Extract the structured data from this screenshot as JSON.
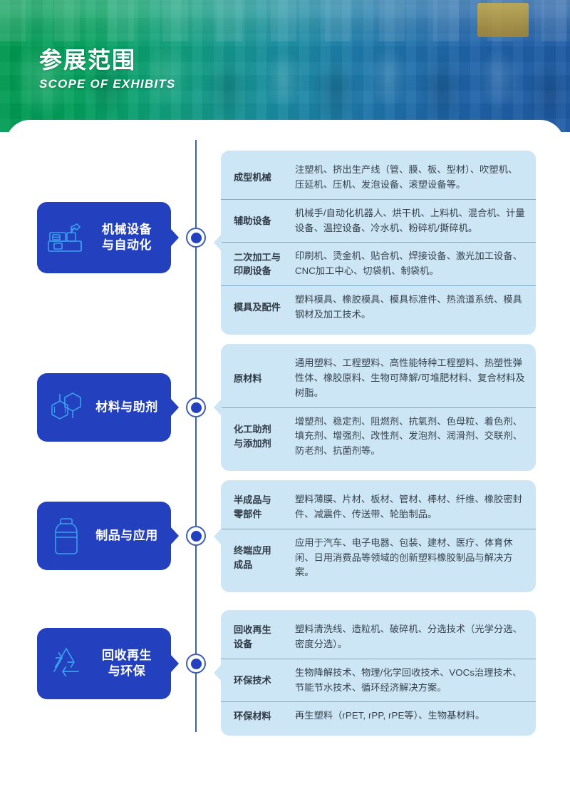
{
  "header": {
    "title": "参展范围",
    "subtitle": "SCOPE OF EXHIBITS",
    "gradient_start": "#00994f",
    "gradient_end": "#1f5ba4"
  },
  "theme": {
    "badge_color": "#2340bf",
    "panel_color": "#cde6f5",
    "timeline_color": "#3f5fb0",
    "divider_color": "#7fa8cd",
    "text_color": "#37424e",
    "icon_color": "#3aa0ee"
  },
  "sections": [
    {
      "icon": "injection-molding-machine-icon",
      "label": "机械设备\n与自动化",
      "label_line1": "机械设备",
      "label_line2": "与自动化",
      "rows": [
        {
          "term": "成型机械",
          "desc": "注塑机、挤出生产线（管、膜、板、型材）、吹塑机、压延机、压机、发泡设备、滚塑设备等。"
        },
        {
          "term": "辅助设备",
          "desc": "机械手/自动化机器人、烘干机、上料机、混合机、计量设备、温控设备、冷水机、粉碎机/撕碎机。"
        },
        {
          "term": "二次加工与\n印刷设备",
          "term_line1": "二次加工与",
          "term_line2": "印刷设备",
          "desc": "印刷机、烫金机、贴合机、焊接设备、激光加工设备、CNC加工中心、切袋机、制袋机。"
        },
        {
          "term": "模具及配件",
          "desc": "塑料模具、橡胶模具、模具标准件、热流道系统、模具钢材及加工技术。"
        }
      ]
    },
    {
      "icon": "molecule-hexagon-icon",
      "label": "材料与助剂",
      "label_line1": "材料与助剂",
      "label_line2": "",
      "rows": [
        {
          "term": "原材料",
          "desc": "通用塑料、工程塑料、高性能特种工程塑料、热塑性弹性体、橡胶原料、生物可降解/可堆肥材料、复合材料及树脂。"
        },
        {
          "term": "化工助剂\n与添加剂",
          "term_line1": "化工助剂",
          "term_line2": "与添加剂",
          "desc": "增塑剂、稳定剂、阻燃剂、抗氧剂、色母粒、着色剂、填充剂、增强剂、改性剂、发泡剂、润滑剂、交联剂、防老剂、抗菌剂等。"
        }
      ]
    },
    {
      "icon": "plastic-bottle-icon",
      "label": "制品与应用",
      "label_line1": "制品与应用",
      "label_line2": "",
      "rows": [
        {
          "term": "半成品与\n零部件",
          "term_line1": "半成品与",
          "term_line2": "零部件",
          "desc": "塑料薄膜、片材、板材、管材、棒材、纤维、橡胶密封件、减震件、传送带、轮胎制品。"
        },
        {
          "term": "终端应用\n成品",
          "term_line1": "终端应用",
          "term_line2": "成品",
          "desc": "应用于汽车、电子电器、包装、建材、医疗、体育休闲、日用消费品等领域的创新塑料橡胶制品与解决方案。"
        }
      ]
    },
    {
      "icon": "recycling-symbol-icon",
      "label": "回收再生\n与环保",
      "label_line1": "回收再生",
      "label_line2": "与环保",
      "rows": [
        {
          "term": "回收再生\n设备",
          "term_line1": "回收再生",
          "term_line2": "设备",
          "desc": "塑料清洗线、造粒机、破碎机、分选技术（光学分选、密度分选）。"
        },
        {
          "term": "环保技术",
          "desc": "生物降解技术、物理/化学回收技术、VOCs治理技术、节能节水技术、循环经济解决方案。"
        },
        {
          "term": "环保材料",
          "desc": "再生塑料（rPET, rPP, rPE等）、生物基材料。"
        }
      ]
    }
  ]
}
